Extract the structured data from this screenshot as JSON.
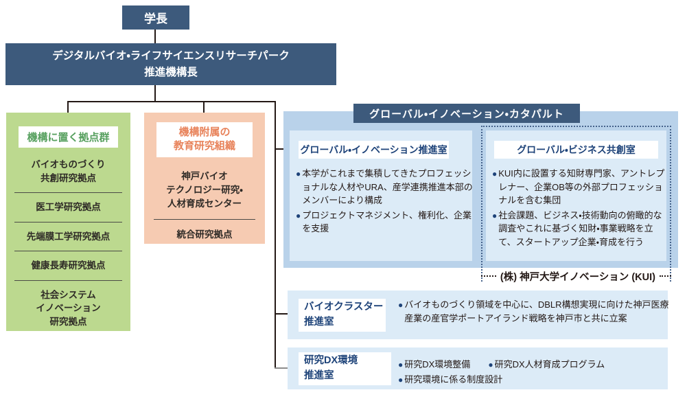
{
  "bullet_char": "●",
  "palette": {
    "navy": "#3d5a7c",
    "container_blue": "#b9d2ea",
    "panel_blue": "#dcebf7",
    "green_bg": "#bcd98f",
    "green_text": "#57a05f",
    "orange_bg": "#f6cbb2",
    "orange_text": "#e8835b",
    "label_navy": "#1e4379",
    "line": "#231815"
  },
  "president": {
    "label": "学長"
  },
  "org_head": {
    "label": "デジタルバイオ・ライフサイエンスリサーチパーク\n推進機構長"
  },
  "kyoten_group": {
    "header": "機構に置く拠点群",
    "items": [
      "バイオものづくり\n共創研究拠点",
      "医工学研究拠点",
      "先端膜工学研究拠点",
      "健康長寿研究拠点",
      "社会システム\nイノベーション\n研究拠点"
    ]
  },
  "affiliated": {
    "header": "機構附属の\n教育研究組織",
    "center": "神戸バイオ\nテクノロジー研究・\n人材育成センター",
    "base": "統合研究拠点"
  },
  "catapult": {
    "title": "グローバル・イノベーション・カタパルト",
    "innovation_office": {
      "title": "グローバル・イノベーション推進室",
      "bullets": [
        "本学がこれまで集積してきたプロフェッショナルな人材やURA、産学連携推進本部のメンバーにより構成",
        "プロジェクトマネジメント、権利化、企業を支援"
      ]
    },
    "business_office": {
      "title": "グローバル・ビジネス共創室",
      "bullets": [
        "KUI内に設置する知財専門家、アントレプレナー、企業OB等の外部プロフェッショナルを含む集団",
        "社会課題、ビジネス・技術動向の俯瞰的な調査やこれに基づく知財・事業戦略を立て、スタートアップ企業・育成を行う"
      ]
    },
    "kui_label": "(株) 神戸大学イノベーション (KUI)"
  },
  "bio_cluster": {
    "title": "バイオクラスター\n推進室",
    "bullets": [
      "バイオものづくり領域を中心に、DBLR構想実現に向けた神戸医療産業の産官学ポートアイランド戦略を神戸市と共に立案"
    ]
  },
  "dx_office": {
    "title": "研究DX環境\n推進室",
    "bullets": [
      "研究DX環境整備",
      "研究DX人材育成プログラム",
      "研究環境に係る制度設計"
    ]
  }
}
